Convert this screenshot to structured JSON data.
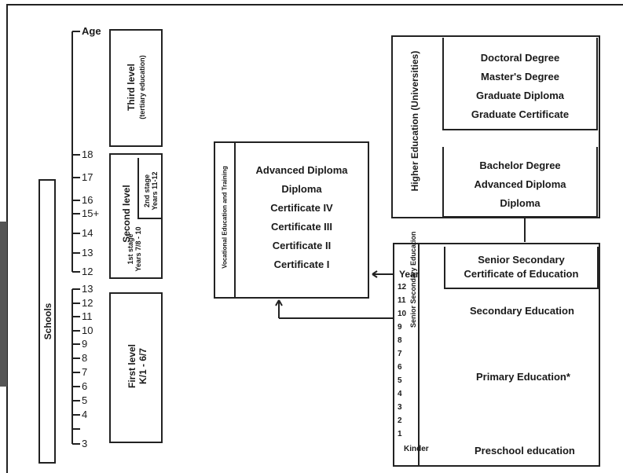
{
  "schools_label": "Schools",
  "levels": {
    "third": {
      "title": "Third level",
      "subtitle": "(tertiary education)"
    },
    "second": {
      "title": "Second level",
      "stage1": "1st stage",
      "stage1_years": "Years 7/8 - 10",
      "stage2": "2nd stage",
      "stage2_years": "Years 11-12"
    },
    "first": {
      "title": "First level",
      "subtitle": "K/1 - 6/7"
    }
  },
  "age_axis": {
    "title": "Age",
    "ticks": [
      "18",
      "17",
      "16",
      "15+",
      "14",
      "13",
      "12",
      "13",
      "12",
      "11",
      "10",
      "9",
      "8",
      "7",
      "6",
      "5",
      "4",
      "3"
    ]
  },
  "vet": {
    "title": "Vocational Education and Training",
    "items": [
      "Advanced Diploma",
      "Diploma",
      "Certificate IV",
      "Certificate III",
      "Certificate II",
      "Certificate I"
    ]
  },
  "higher": {
    "title": "Higher Education (Universities)",
    "postgrad": [
      "Doctoral Degree",
      "Master's Degree",
      "Graduate Diploma",
      "Graduate Certificate"
    ],
    "undergrad": [
      "Bachelor Degree",
      "Advanced Diploma",
      "Diploma"
    ]
  },
  "school_sector": {
    "title": "Senior Secondary Education",
    "year_label": "Year",
    "years": [
      "12",
      "11",
      "10",
      "9",
      "8",
      "7",
      "6",
      "5",
      "4",
      "3",
      "2",
      "1"
    ],
    "kinder": "Kinder",
    "senior_cert": "Senior Secondary Certificate of Education",
    "secondary": "Secondary Education",
    "primary": "Primary Education*",
    "preschool": "Preschool education"
  }
}
